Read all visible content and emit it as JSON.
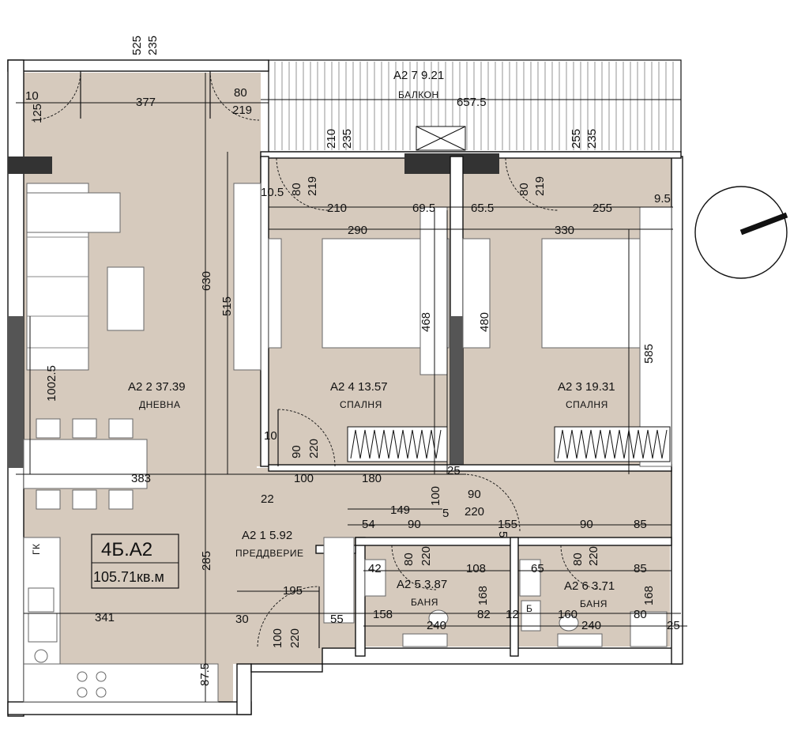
{
  "apartment": {
    "code": "4Б.А2",
    "area": "105.71кв.м"
  },
  "rooms": {
    "living": {
      "id": "A2 2 37.39",
      "name": "ДНЕВНА"
    },
    "bed1": {
      "id": "A2 4 13.57",
      "name": "СПАЛНЯ"
    },
    "bed2": {
      "id": "A2 3 19.31",
      "name": "СПАЛНЯ"
    },
    "hall": {
      "id": "A2 1   5.92",
      "name": "ПРЕДДВЕРИЕ"
    },
    "bath1": {
      "id": "A2 5 3.87",
      "name": "БАНЯ"
    },
    "bath2": {
      "id": "A2 6 3.71",
      "name": "БАНЯ"
    },
    "balcony": {
      "id": "A2 7 9.21",
      "name": "БАЛКОН"
    }
  },
  "fixtures": {
    "gk": "ГК",
    "boiler": "Б"
  },
  "dimensions": {
    "top_525": "525",
    "top_235": "235",
    "d10": "10",
    "d125": "125",
    "d377": "377",
    "d80a": "80",
    "d219a": "219",
    "d657": "657.5",
    "d210a": "210",
    "d235a": "235",
    "d255a": "255",
    "d235b": "235",
    "d10_5": "10.5",
    "d80b": "80",
    "d219b": "219",
    "d210b": "210",
    "d69_5": "69.5",
    "d65_5": "65.5",
    "d80c": "80",
    "d219c": "219",
    "d255b": "255",
    "d9_5": "9.5",
    "d290": "290",
    "d330": "330",
    "d630": "630",
    "d515": "515",
    "d468": "468",
    "d480": "480",
    "d585": "585",
    "d1002": "1002.5",
    "d10b": "10",
    "d90a": "90",
    "d220a": "220",
    "d383": "383",
    "d100a": "100",
    "d180": "180",
    "d25a": "25",
    "d22": "22",
    "d100b": "100",
    "d90b": "90",
    "d220b": "220",
    "d149": "149",
    "d54": "54",
    "d90c": "90",
    "d5a": "5",
    "d155": "155",
    "d90d": "90",
    "d85a": "85",
    "d5b": "5",
    "d42": "42",
    "d80d": "80",
    "d220c": "220",
    "d108": "108",
    "d65": "65",
    "d80e": "80",
    "d220d": "220",
    "d85b": "85",
    "d168a": "168",
    "d168b": "168",
    "d285": "285",
    "d195": "195",
    "d30": "30",
    "d341": "341",
    "d55": "55",
    "d158": "158",
    "d82": "82",
    "d12": "12",
    "d160": "160",
    "d80f": "80",
    "d240a": "240",
    "d240b": "240",
    "d25b": "25",
    "d100c": "100",
    "d220e": "220",
    "d87_5": "87.5"
  },
  "icons": {
    "north": "north-arrow-icon"
  }
}
